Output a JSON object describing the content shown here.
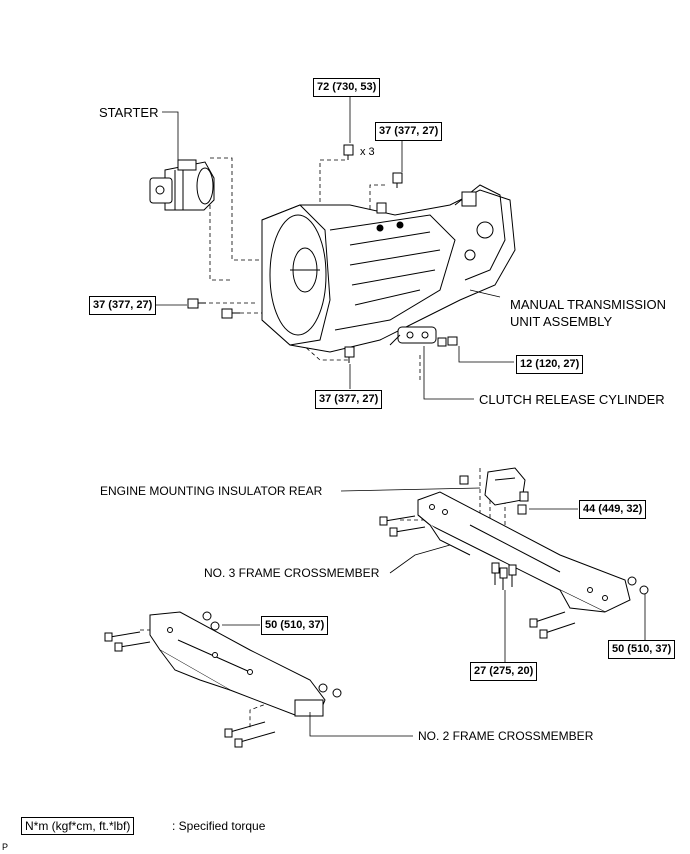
{
  "labels": {
    "starter": "STARTER",
    "manual_transmission_line1": "MANUAL TRANSMISSION",
    "manual_transmission_line2": "UNIT ASSEMBLY",
    "clutch_release_cylinder": "CLUTCH RELEASE CYLINDER",
    "engine_mounting_insulator_rear": "ENGINE MOUNTING INSULATOR REAR",
    "no3_frame_crossmember": "NO. 3 FRAME CROSSMEMBER",
    "no2_frame_crossmember": "NO. 2 FRAME CROSSMEMBER",
    "multiplier": "x 3"
  },
  "torques": {
    "t72_top": "72 (730, 53)",
    "t37_top": "37 (377, 27)",
    "t37_left": "37 (377, 27)",
    "t12_right": "12 (120, 27)",
    "t37_bottom": "37 (377, 27)",
    "t44_right": "44 (449, 32)",
    "t50_left": "50 (510, 37)",
    "t27_bottom": "27 (275, 20)",
    "t50_right": "50 (510, 37)"
  },
  "legend": {
    "unit": "N*m (kgf*cm, ft.*lbf)",
    "description": ": Specified torque"
  },
  "corner_mark": "P",
  "icons": [
    "starter-motor-icon",
    "transmission-icon",
    "clutch-cylinder-icon",
    "crossmember-icon",
    "insulator-icon",
    "bolt-icon",
    "nut-icon"
  ]
}
